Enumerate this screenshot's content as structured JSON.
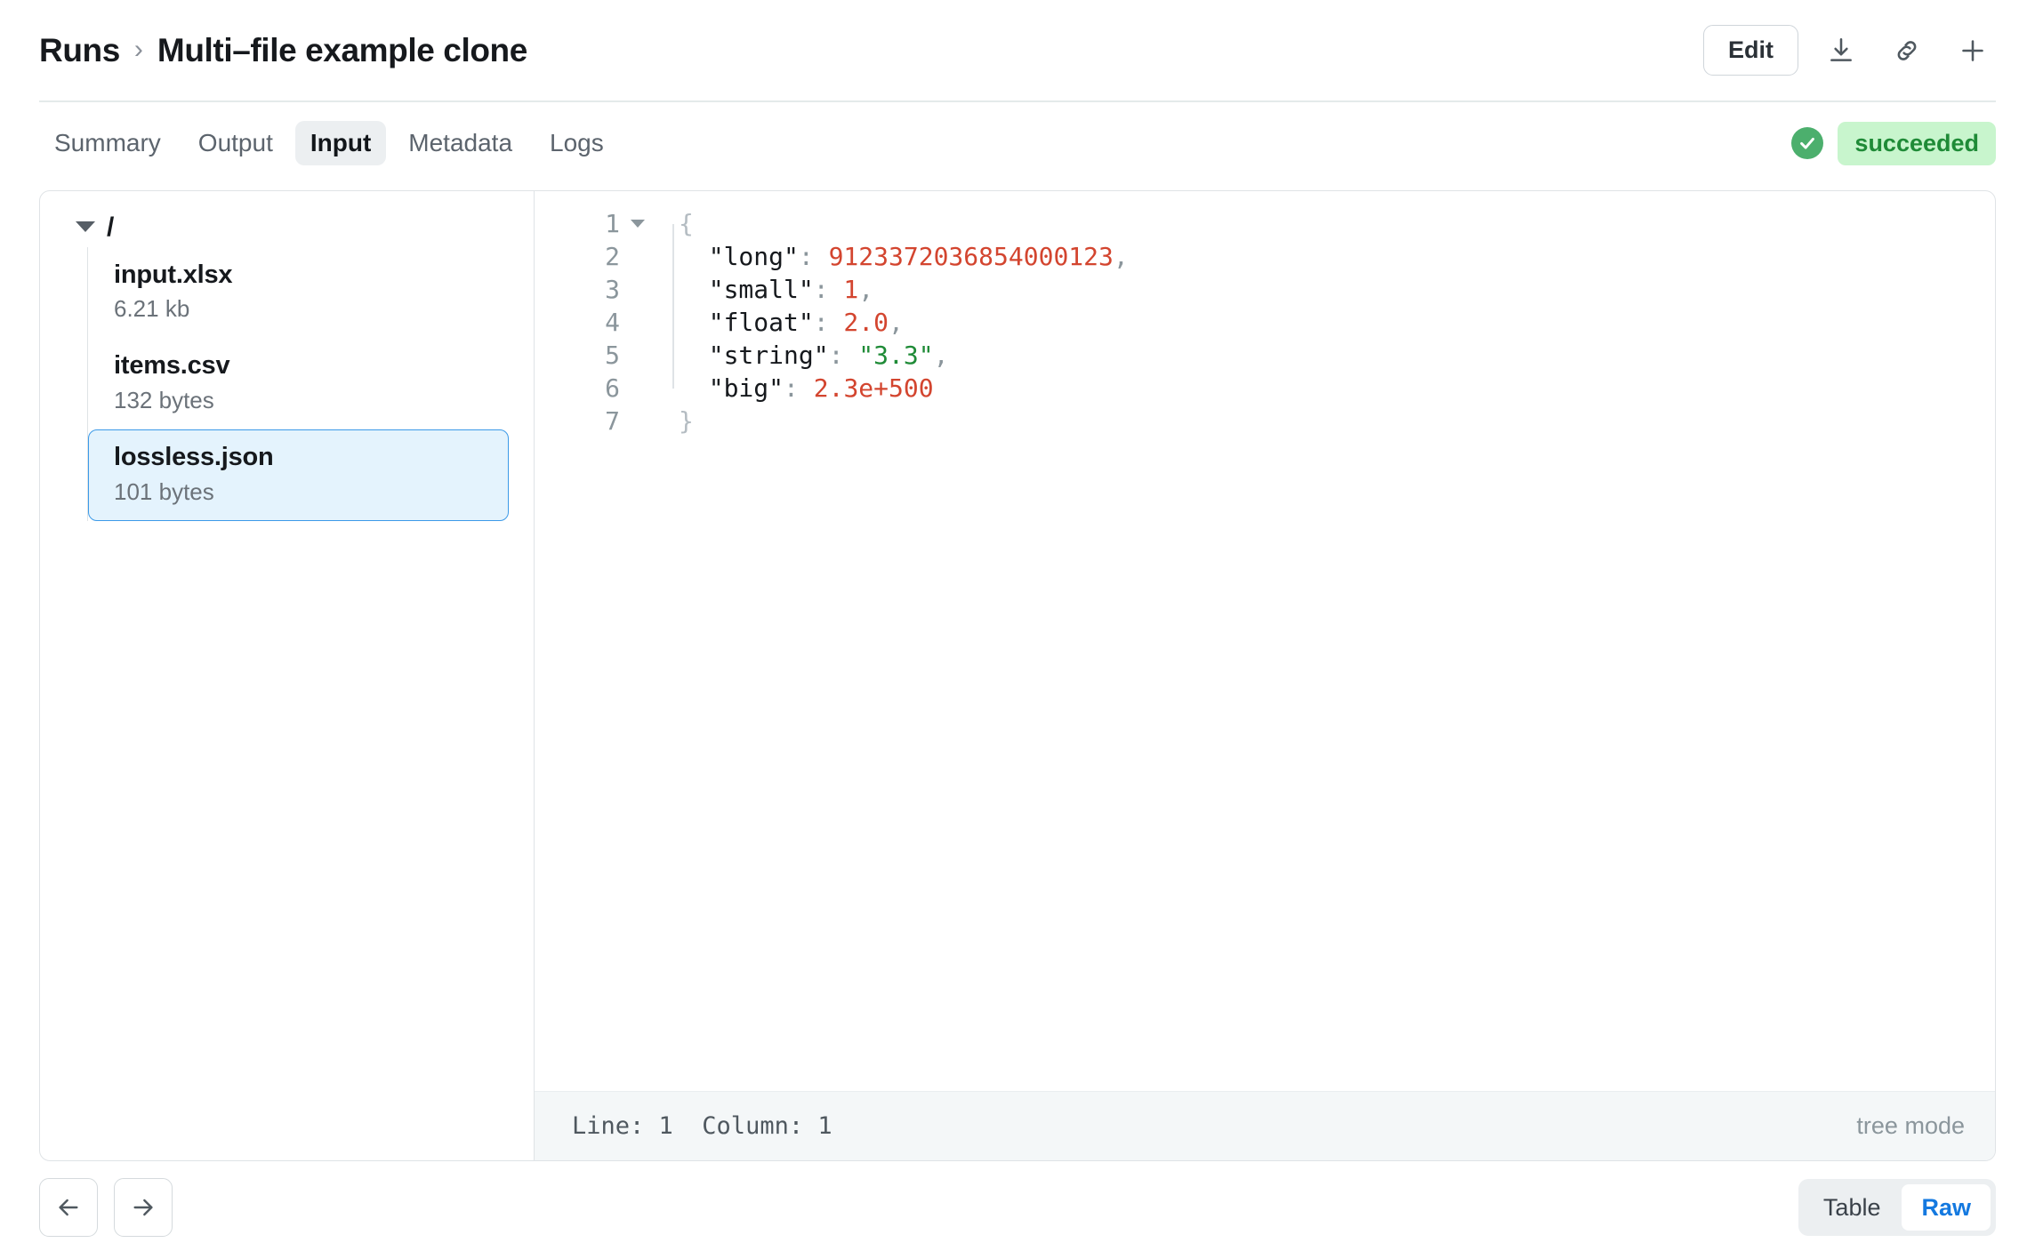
{
  "header": {
    "breadcrumb_root": "Runs",
    "breadcrumb_separator": "›",
    "breadcrumb_current": "Multi–file example clone",
    "edit_label": "Edit",
    "icons": [
      "download-icon",
      "link-icon",
      "plus-icon"
    ]
  },
  "tabs": [
    {
      "label": "Summary",
      "active": false
    },
    {
      "label": "Output",
      "active": false
    },
    {
      "label": "Input",
      "active": true
    },
    {
      "label": "Metadata",
      "active": false
    },
    {
      "label": "Logs",
      "active": false
    }
  ],
  "status": {
    "label": "succeeded",
    "icon": "check-circle-icon",
    "badge_bg": "#c8f5cd",
    "badge_fg": "#1f8b37",
    "circle_color": "#4caf6d"
  },
  "file_tree": {
    "root_label": "/",
    "expanded": true,
    "files": [
      {
        "name": "input.xlsx",
        "size": "6.21 kb",
        "selected": false
      },
      {
        "name": "items.csv",
        "size": "132 bytes",
        "selected": false
      },
      {
        "name": "lossless.json",
        "size": "101 bytes",
        "selected": true
      }
    ]
  },
  "editor": {
    "lines": [
      {
        "number": "1",
        "foldable": true,
        "segments": [
          {
            "t": "{",
            "c": "tok-punct"
          }
        ]
      },
      {
        "number": "2",
        "foldable": false,
        "segments": [
          {
            "t": "  \"long\"",
            "c": "tok-key"
          },
          {
            "t": ":",
            "c": "tok-colon"
          },
          {
            "t": " 9123372036854000123",
            "c": "tok-num"
          },
          {
            "t": ",",
            "c": "tok-comma"
          }
        ]
      },
      {
        "number": "3",
        "foldable": false,
        "segments": [
          {
            "t": "  \"small\"",
            "c": "tok-key"
          },
          {
            "t": ":",
            "c": "tok-colon"
          },
          {
            "t": " 1",
            "c": "tok-num"
          },
          {
            "t": ",",
            "c": "tok-comma"
          }
        ]
      },
      {
        "number": "4",
        "foldable": false,
        "segments": [
          {
            "t": "  \"float\"",
            "c": "tok-key"
          },
          {
            "t": ":",
            "c": "tok-colon"
          },
          {
            "t": " 2.0",
            "c": "tok-num"
          },
          {
            "t": ",",
            "c": "tok-comma"
          }
        ]
      },
      {
        "number": "5",
        "foldable": false,
        "segments": [
          {
            "t": "  \"string\"",
            "c": "tok-key"
          },
          {
            "t": ":",
            "c": "tok-colon"
          },
          {
            "t": " \"3.3\"",
            "c": "tok-str"
          },
          {
            "t": ",",
            "c": "tok-comma"
          }
        ]
      },
      {
        "number": "6",
        "foldable": false,
        "segments": [
          {
            "t": "  \"big\"",
            "c": "tok-key"
          },
          {
            "t": ":",
            "c": "tok-colon"
          },
          {
            "t": " 2.3e+500",
            "c": "tok-num"
          }
        ]
      },
      {
        "number": "7",
        "foldable": false,
        "segments": [
          {
            "t": "}",
            "c": "tok-punct"
          }
        ]
      }
    ],
    "json_content": {
      "long": "9123372036854000123",
      "small": "1",
      "float": "2.0",
      "string": "3.3",
      "big": "2.3e+500"
    },
    "status_left": "Line: 1  Column: 1",
    "status_right": "tree mode"
  },
  "footer": {
    "nav": [
      {
        "icon": "arrow-left-icon"
      },
      {
        "icon": "arrow-right-icon"
      }
    ],
    "view_toggle": [
      {
        "label": "Table",
        "active": false
      },
      {
        "label": "Raw",
        "active": true
      }
    ]
  }
}
